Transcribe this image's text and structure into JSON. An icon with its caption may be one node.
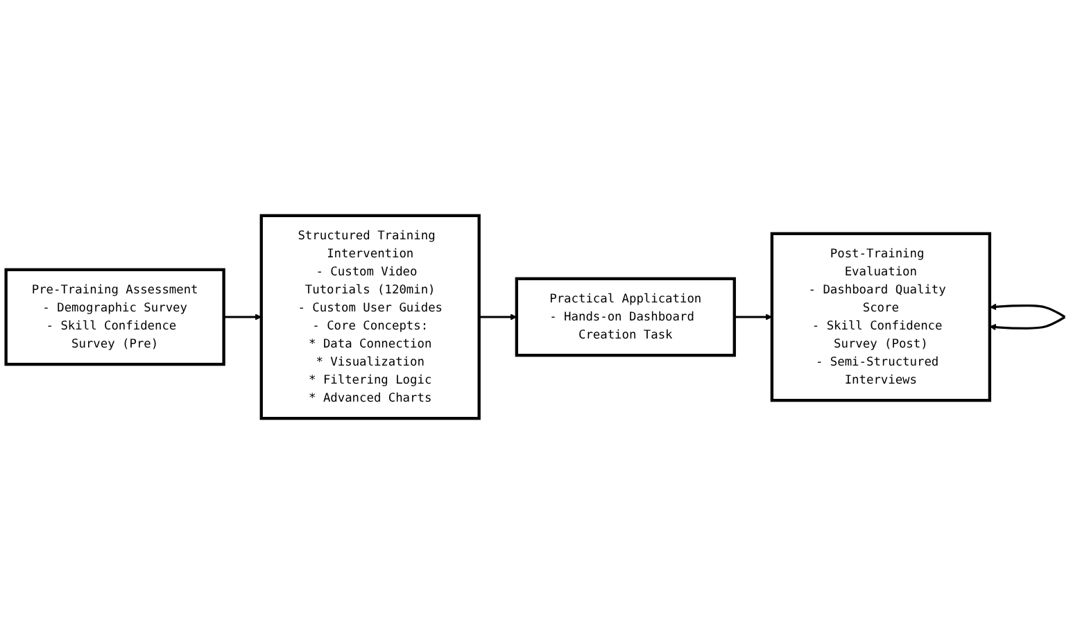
{
  "diagram": {
    "nodes": [
      {
        "text": [
          "Pre-Training Assessment",
          "- Demographic Survey",
          "- Skill Confidence Survey (Pre)"
        ]
      },
      {
        "text": [
          "Structured Training Intervention",
          "- Custom Video Tutorials (120min)",
          "- Custom User Guides",
          "- Core Concepts:",
          "* Data Connection",
          "* Visualization",
          "* Filtering Logic",
          "* Advanced Charts"
        ]
      },
      {
        "text": [
          "Practical Application",
          "- Hands-on Dashboard Creation Task"
        ]
      },
      {
        "text": [
          "Post-Training Evaluation",
          "- Dashboard Quality Score",
          "- Skill Confidence Survey (Post)",
          "- Semi-Structured Interviews"
        ]
      }
    ],
    "edges": [
      {
        "from": 0,
        "to": 1,
        "arrow": "to"
      },
      {
        "from": 1,
        "to": 2,
        "arrow": "to"
      },
      {
        "from": 2,
        "to": 3,
        "arrow": "to"
      },
      {
        "from": 3,
        "to": 3,
        "arrow": "both"
      }
    ]
  }
}
